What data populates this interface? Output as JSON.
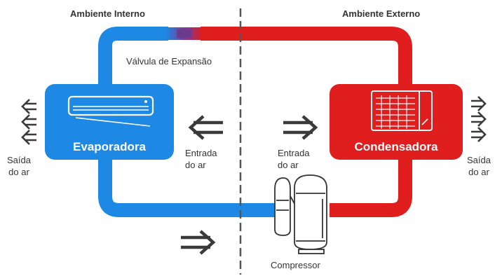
{
  "headers": {
    "internal": "Ambiente Interno",
    "external": "Ambiente Externo"
  },
  "labels": {
    "valve": "Válvula de Expansão",
    "evaporator": "Evaporadora",
    "condenser": "Condensadora",
    "compressor": "Compressor",
    "air_out_left": [
      "Saída",
      "do ar"
    ],
    "air_in_left": [
      "Entrada",
      "do ar"
    ],
    "air_in_right": [
      "Entrada",
      "do ar"
    ],
    "air_out_right": [
      "Saída",
      "do ar"
    ]
  },
  "colors": {
    "cold_side": "#1e88e5",
    "hot_side": "#e11e1e",
    "arrow": "#3a3a3a",
    "divider": "#555555"
  }
}
